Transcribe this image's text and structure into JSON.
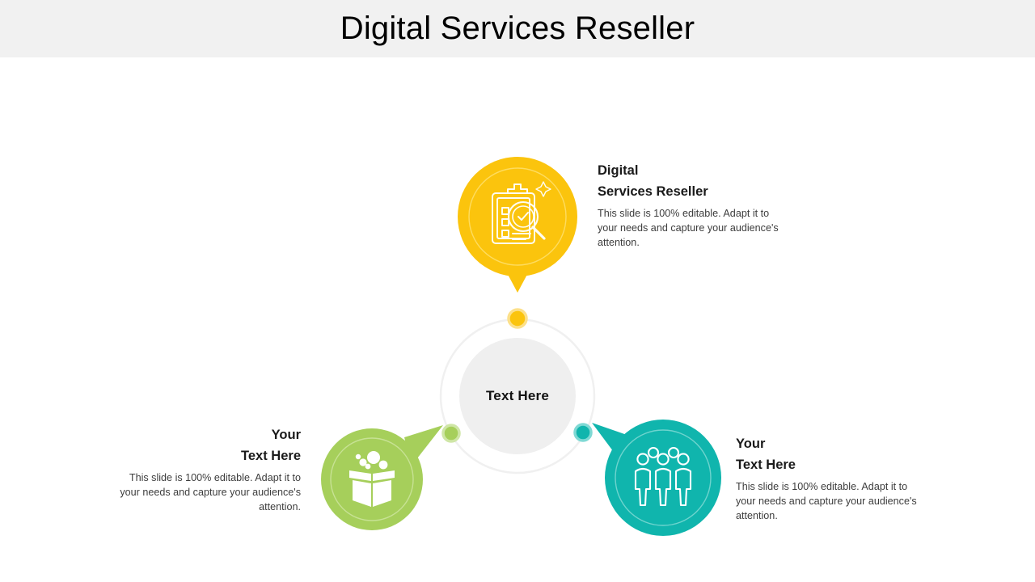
{
  "header": {
    "title": "Digital Services Reseller",
    "background_color": "#F1F1F1"
  },
  "theme": {
    "yellow": "#FBC40D",
    "green": "#A6CF5B",
    "teal": "#10B5AD",
    "hub_fill": "#EFEFEF",
    "hub_ring": "#F0F0F0",
    "text_dark": "#1A1A1A",
    "text_body": "#3D3D3D",
    "page_background": "#FFFFFF"
  },
  "hub": {
    "label": "Text Here"
  },
  "nodes": [
    {
      "id": "top",
      "color": "#FBC40D",
      "icon": "clipboard-search-icon",
      "connector_dot": "yellow-connector-dot"
    },
    {
      "id": "left",
      "color": "#A6CF5B",
      "icon": "open-box-icon",
      "connector_dot": "green-connector-dot"
    },
    {
      "id": "right",
      "color": "#10B5AD",
      "icon": "people-group-icon",
      "connector_dot": "teal-connector-dot"
    }
  ],
  "blocks": {
    "top": {
      "heading_line1": "Digital",
      "heading_line2": "Services Reseller",
      "body": "This slide is 100% editable. Adapt it to your needs and capture your audience's attention."
    },
    "left": {
      "heading_line1": "Your",
      "heading_line2": "Text Here",
      "body": "This slide is 100% editable. Adapt it to your needs and capture your audience's attention."
    },
    "right": {
      "heading_line1": "Your",
      "heading_line2": "Text Here",
      "body": "This slide is 100% editable. Adapt it to your needs and capture your audience's attention."
    }
  }
}
